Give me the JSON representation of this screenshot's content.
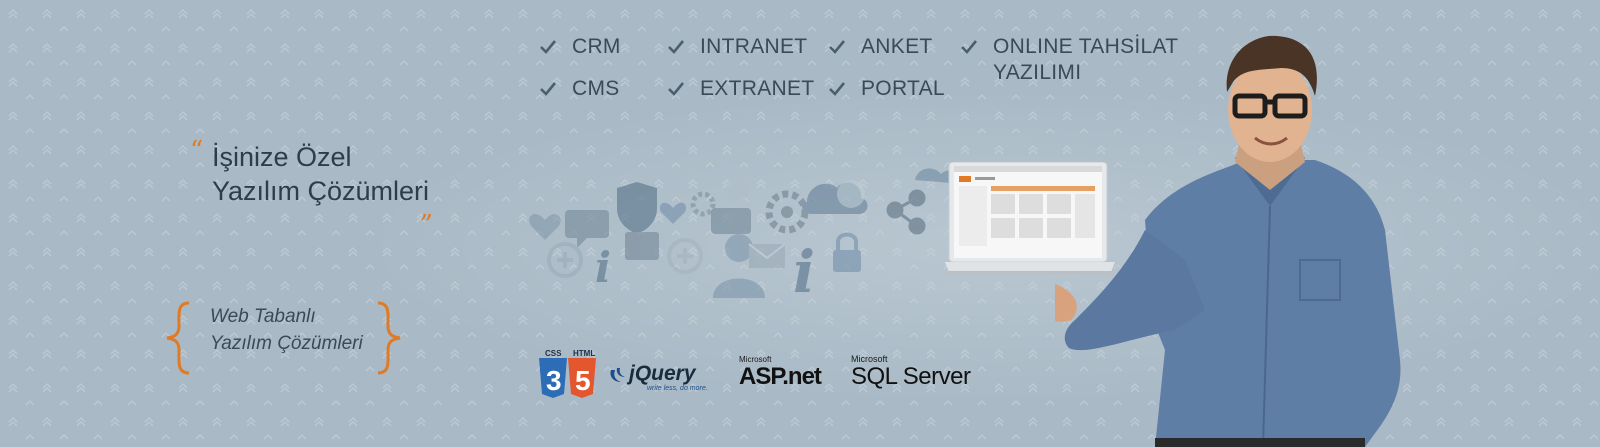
{
  "features": [
    [
      "CRM",
      "CMS"
    ],
    [
      "INTRANET",
      "EXTRANET"
    ],
    [
      "ANKET",
      "PORTAL"
    ],
    [
      "ONLINE TAHSİLAT",
      "YAZILIMI"
    ]
  ],
  "headline": {
    "line1": "İşinize Özel",
    "line2": "Yazılım Çözümleri"
  },
  "web_solutions": {
    "line1": "Web Tabanlı",
    "line2": "Yazılım Çözümleri"
  },
  "tech_logos": {
    "css_label": "CSS",
    "html_label": "HTML",
    "css_digit": "3",
    "html_digit": "5",
    "jquery": "jQuery",
    "jquery_tagline": "write less, do more.",
    "microsoft_1": "Microsoft",
    "aspnet": "ASP.net",
    "microsoft_2": "Microsoft",
    "sql_server": "SQL Server"
  },
  "icons": [
    "heart-icon",
    "chat-icon",
    "shield-icon",
    "calendar-icon",
    "gear-icon",
    "info-icon",
    "user-icon",
    "envelope-icon",
    "cloud-icon",
    "lock-icon",
    "share-icon",
    "plus-icon"
  ],
  "colors": {
    "background": "#a9bac6",
    "accent": "#e07a25",
    "check": "#4a5e6c",
    "text": "#3a4a56"
  }
}
